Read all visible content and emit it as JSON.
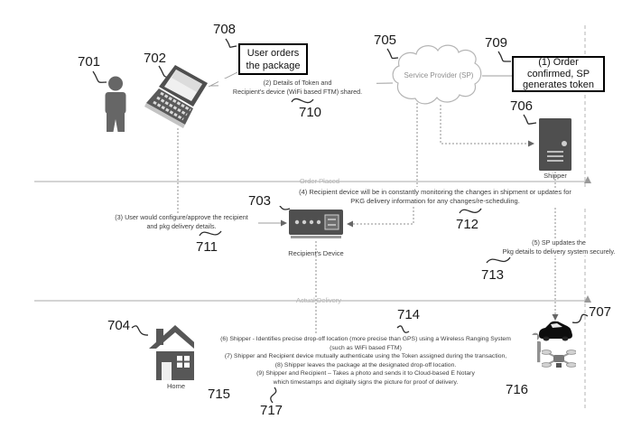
{
  "figure": {
    "boxes": {
      "order": "User orders the package",
      "confirm": "(1) Order confirmed, SP generates token"
    },
    "cloud": {
      "label": "Service Provider (SP)"
    },
    "captions": {
      "shipper": "Shipper",
      "recipient_device": "Recipient's Device",
      "home": "Home"
    },
    "dividers": {
      "order_placed": "Order Placed",
      "actual_delivery": "Actual Delivery"
    },
    "steps": {
      "s2": "(2) Details of Token and\nRecipient's device (WiFi based FTM) shared.",
      "s3": "(3) User would configure/approve the recipient\nand pkg delivery details.",
      "s4": "(4) Recipient device will be in constantly monitoring the changes in shipment or updates for\nPKG delivery information for any changes/re-scheduling.",
      "s5": "(5) SP updates the\nPkg details to delivery system securely.",
      "s6to9": "(6) Shipper - Identifies precise drop-off location (more precise than GPS) using a Wireless Ranging System\n(such as WiFi based FTM)\n(7) Shipper and Recipient device mutually authenticate using the Token assigned during the transaction,\n(8) Shipper leaves the package at the designated drop-off location.\n(9) Shipper and Recipient – Takes a photo and sends it to Cloud-based E Notary\nwhich timestamps and digitally signs the picture for proof of delivery."
    },
    "refs": {
      "n701": "701",
      "n702": "702",
      "n703": "703",
      "n704": "704",
      "n705": "705",
      "n706": "706",
      "n707": "707",
      "n708": "708",
      "n709": "709",
      "n710": "710",
      "n711": "711",
      "n712": "712",
      "n713": "713",
      "n714": "714",
      "n715": "715",
      "n716": "716",
      "n717": "717"
    },
    "colors": {
      "solid_line": "#9c9c9c",
      "dotted_line": "#8f8f8f",
      "divider_line": "#a8a8a8",
      "icon_dark": "#575757",
      "text_dark": "#3d3d3d",
      "divider_label": "#b3b3b3"
    }
  }
}
